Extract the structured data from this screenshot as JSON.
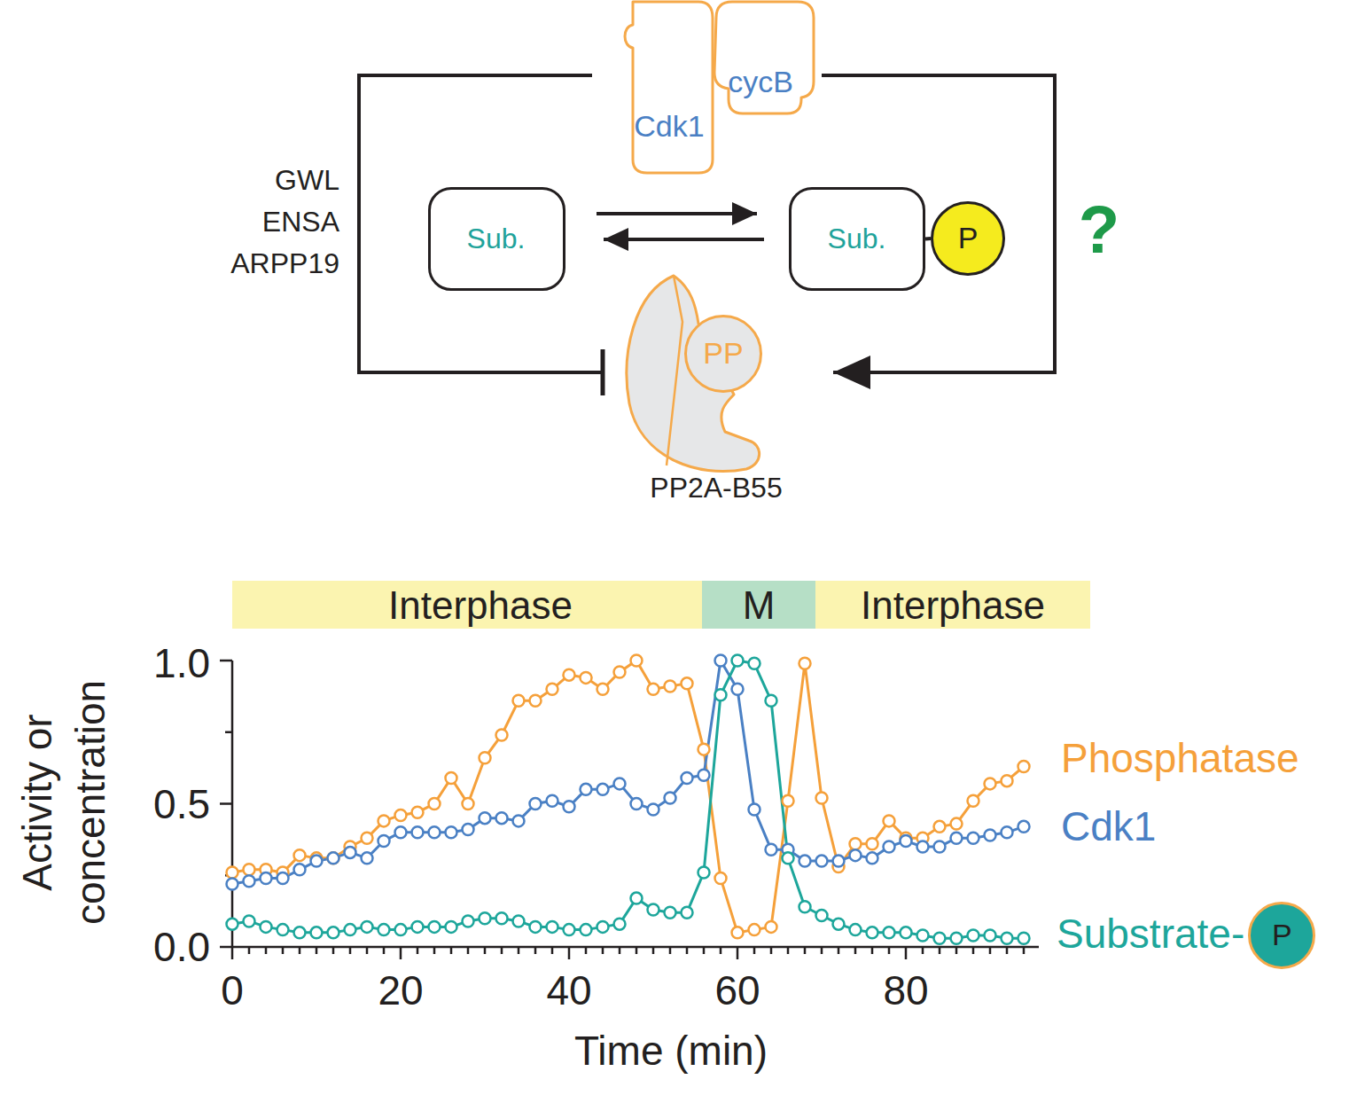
{
  "diagram": {
    "nodes": [
      {
        "text": [
          "Cdk1"
        ]
      },
      {
        "text": [
          "cycB"
        ]
      },
      {
        "text": [
          "Sub."
        ]
      },
      {
        "text": [
          "Sub."
        ]
      },
      {
        "text": [
          "P"
        ]
      },
      {
        "text": [
          "PP2A-B55"
        ]
      },
      {
        "text": [
          "PP"
        ],
        "in": 5
      },
      {
        "text": [
          "Interphase"
        ]
      },
      {
        "text": [
          "M"
        ]
      },
      {
        "text": [
          "Interphase"
        ]
      }
    ],
    "edges": [
      {
        "from": 2,
        "to": 3,
        "arrow": "to"
      },
      {
        "from": 3,
        "to": 2,
        "arrow": "to"
      },
      {
        "from": 3,
        "to": 4,
        "arrow": "none"
      },
      {
        "from": 0,
        "to": 5,
        "label": "GWL ENSA ARPP19",
        "arrow": "to"
      },
      {
        "from": 1,
        "to": 5,
        "label": "?",
        "arrow": "to"
      }
    ],
    "labels": [
      "1.0",
      "0.5",
      "0.0",
      "0",
      "20",
      "40",
      "60",
      "80",
      "Time (min)",
      "Activity or concentration",
      "P"
    ],
    "legend": [
      {
        "text": "Phosphatase",
        "color": "#f5a03a"
      },
      {
        "text": "Cdk1",
        "color": "#4a80c4"
      },
      {
        "text": "Substrate-",
        "color": "#1da69b"
      }
    ]
  }
}
